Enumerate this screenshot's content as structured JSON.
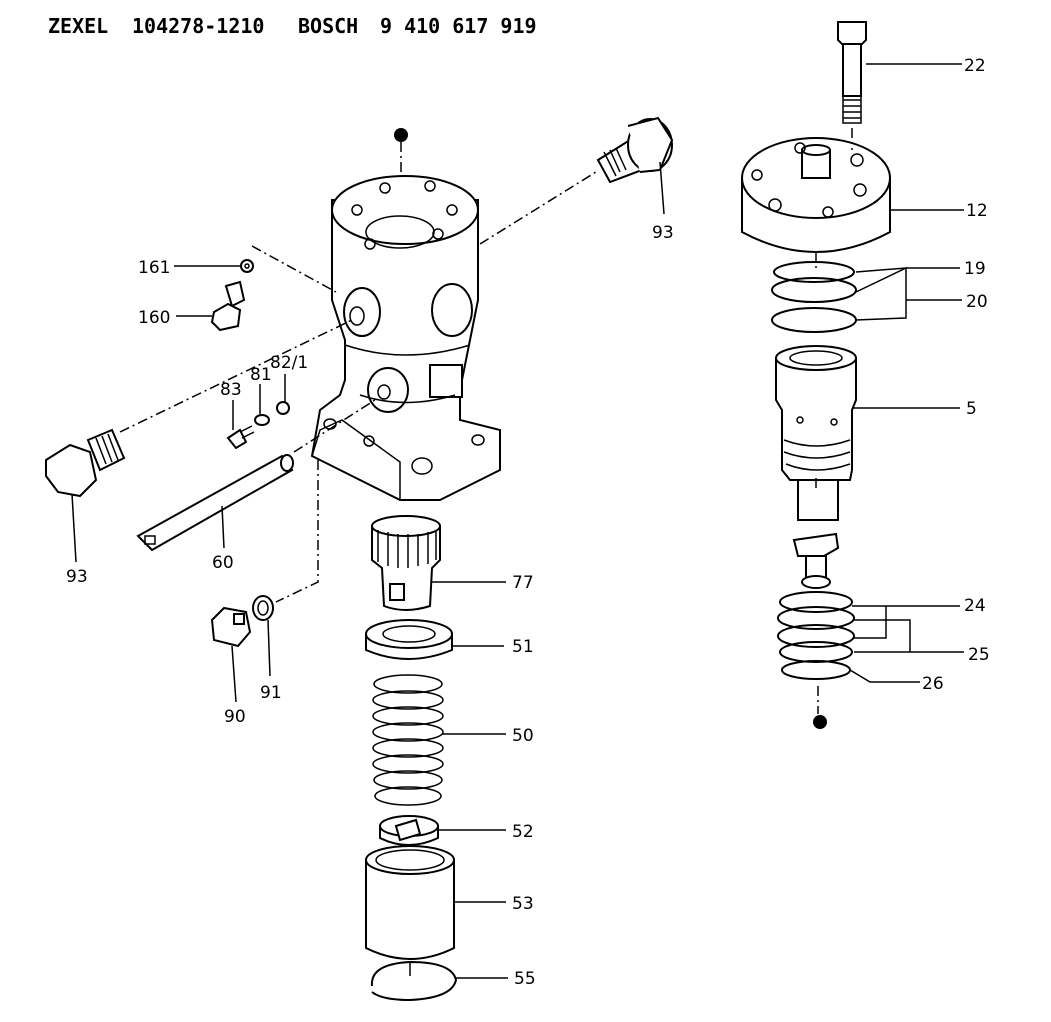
{
  "header": {
    "brand_a": "ZEXEL",
    "part_a": "104278-1210",
    "brand_b": "BOSCH",
    "part_b": "9 410 617 919"
  },
  "callouts": [
    {
      "id": "22",
      "label": "22"
    },
    {
      "id": "12",
      "label": "12"
    },
    {
      "id": "19",
      "label": "19"
    },
    {
      "id": "20",
      "label": "20"
    },
    {
      "id": "5",
      "label": "5"
    },
    {
      "id": "24",
      "label": "24"
    },
    {
      "id": "25",
      "label": "25"
    },
    {
      "id": "26",
      "label": "26"
    },
    {
      "id": "93a",
      "label": "93"
    },
    {
      "id": "161",
      "label": "161"
    },
    {
      "id": "160",
      "label": "160"
    },
    {
      "id": "83",
      "label": "83"
    },
    {
      "id": "81",
      "label": "81"
    },
    {
      "id": "82_1",
      "label": "82/1"
    },
    {
      "id": "93b",
      "label": "93"
    },
    {
      "id": "60",
      "label": "60"
    },
    {
      "id": "77",
      "label": "77"
    },
    {
      "id": "51",
      "label": "51"
    },
    {
      "id": "50",
      "label": "50"
    },
    {
      "id": "52",
      "label": "52"
    },
    {
      "id": "53",
      "label": "53"
    },
    {
      "id": "55",
      "label": "55"
    },
    {
      "id": "90",
      "label": "90"
    },
    {
      "id": "91",
      "label": "91"
    }
  ]
}
